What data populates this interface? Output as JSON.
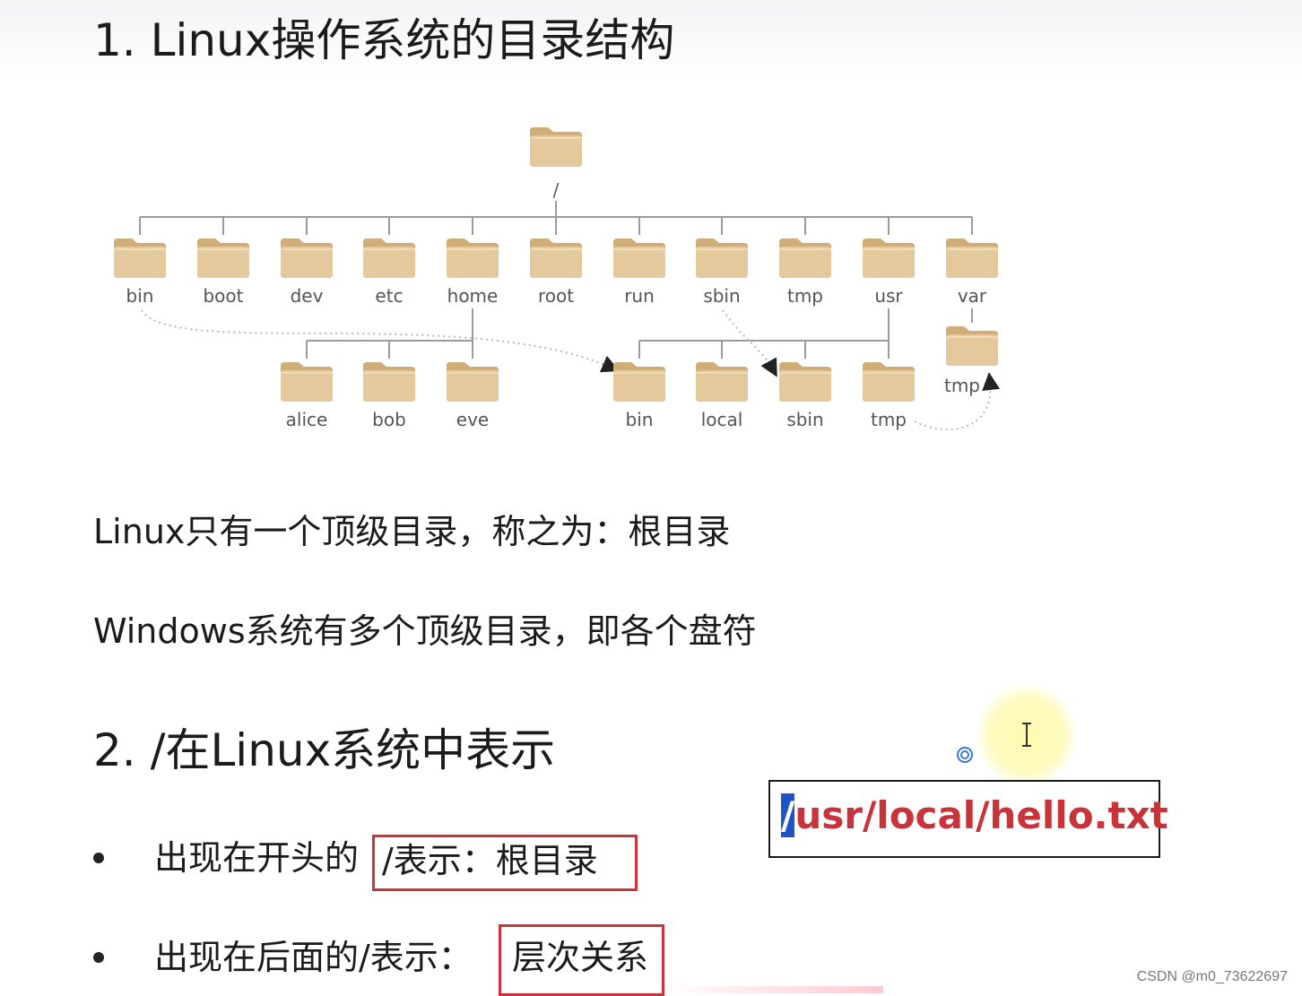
{
  "slide": {
    "heading1": "1. Linux操作系统的目录结构",
    "heading2": "2. /在Linux系统中表示",
    "para1": "Linux只有一个顶级目录，称之为：根目录",
    "para2": "Windows系统有多个顶级目录，即各个盘符",
    "bullet1_prefix": "出现在开头的",
    "bullet1_boxed": "/表示：根目录",
    "bullet2_prefix": "出现在后面的/表示：",
    "bullet2_boxed": "层次关系"
  },
  "tree": {
    "root": "/",
    "level1": [
      "bin",
      "boot",
      "dev",
      "etc",
      "home",
      "root",
      "run",
      "sbin",
      "tmp",
      "usr",
      "var"
    ],
    "home_children": [
      "alice",
      "bob",
      "eve"
    ],
    "usr_children": [
      "bin",
      "local",
      "sbin",
      "tmp"
    ],
    "var_children": [
      "tmp"
    ]
  },
  "path_example": {
    "selected": "/",
    "rest": "usr/local/hello.txt"
  },
  "watermark": "CSDN @m0_73622697",
  "colors": {
    "folder": "#e3c89a",
    "highlight_box": "#c8343a",
    "path_text": "#c8343a",
    "selection": "#1d55c9"
  }
}
